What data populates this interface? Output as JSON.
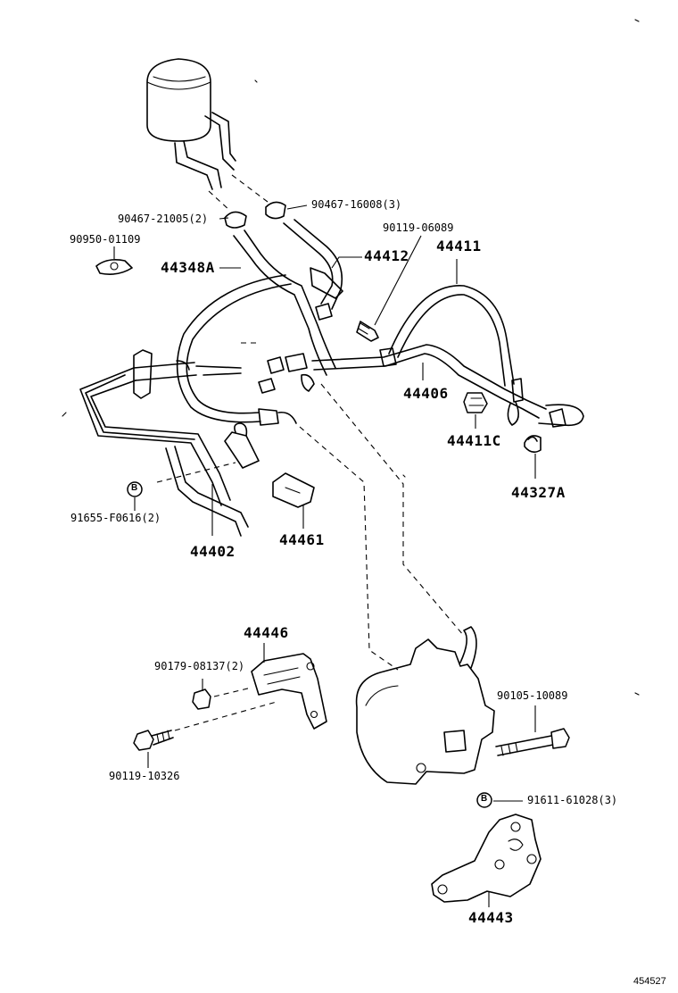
{
  "labels": {
    "p90467_16008": "90467-16008(3)",
    "p90467_21005": "90467-21005(2)",
    "p90119_06089": "90119-06089",
    "p90950_01109": "90950-01109",
    "p44412": "44412",
    "p44411": "44411",
    "p44348A": "44348A",
    "p44406": "44406",
    "p44411C": "44411C",
    "p44327A": "44327A",
    "p91655_F0616": "91655-F0616(2)",
    "p44461": "44461",
    "p44402": "44402",
    "p44446": "44446",
    "p90179_08137": "90179-08137(2)",
    "p90105_10089": "90105-10089",
    "p90119_10326": "90119-10326",
    "p91611_61028": "91611-61028(3)",
    "p44443": "44443"
  },
  "nut_marker": "B",
  "drawing_ref": "454527"
}
